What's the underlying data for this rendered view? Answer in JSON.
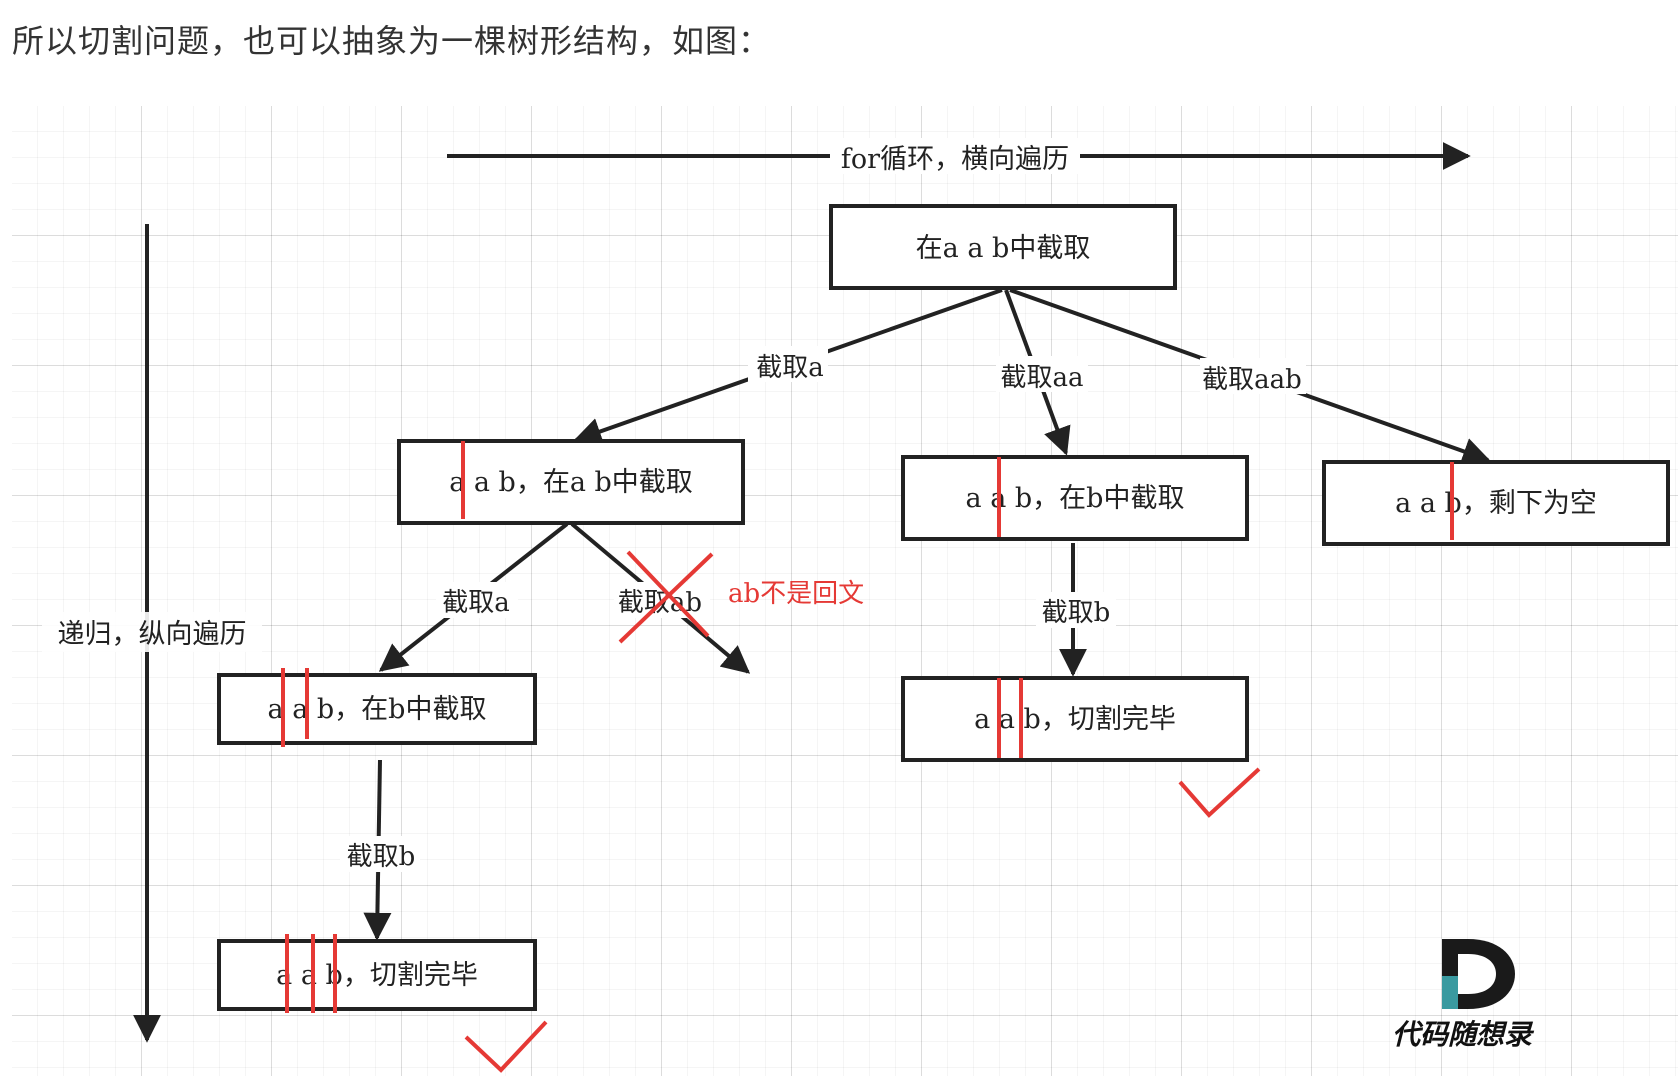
{
  "intro": "所以切割问题，也可以抽象为一棵树形结构，如图：",
  "axes": {
    "horizontal": "for循环，横向遍历",
    "vertical": "递归，纵向遍历"
  },
  "nodes": {
    "root": "在a a b中截取",
    "l1_left": "a a b，在a b中截取",
    "l1_mid": "a a b，在b中截取",
    "l1_right": "a a b，剩下为空",
    "l2_left": "a a b，在b中截取",
    "l2_mid": "a a b，切割完毕",
    "l3_left": "a a b，切割完毕"
  },
  "edges": {
    "root_left": "截取a",
    "root_mid": "截取aa",
    "root_right": "截取aab",
    "left_a": "截取a",
    "left_ab": "截取ab",
    "mid_b": "截取b",
    "l2_b": "截取b"
  },
  "note": "ab不是回文",
  "logo": "代码随想录",
  "colors": {
    "line": "#222222",
    "accent": "#e53935"
  }
}
